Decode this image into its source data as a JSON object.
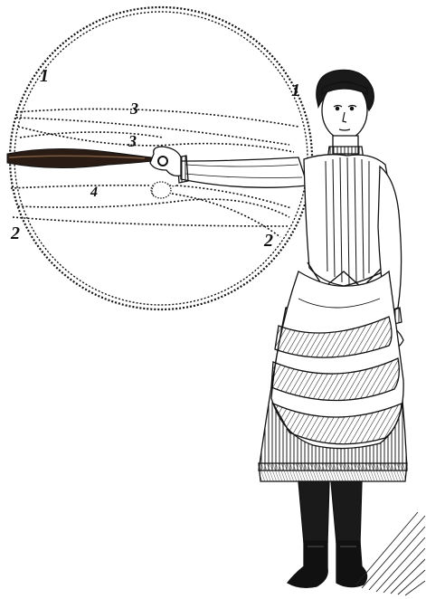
{
  "diagram": {
    "labels": {
      "top_left": "1",
      "top_right": "1",
      "upper_center": "3",
      "middle_center": "3",
      "lower_center": "4",
      "bottom_left": "2",
      "bottom_right": "2"
    }
  },
  "colors": {
    "ink": "#111111",
    "paper": "#ffffff"
  }
}
